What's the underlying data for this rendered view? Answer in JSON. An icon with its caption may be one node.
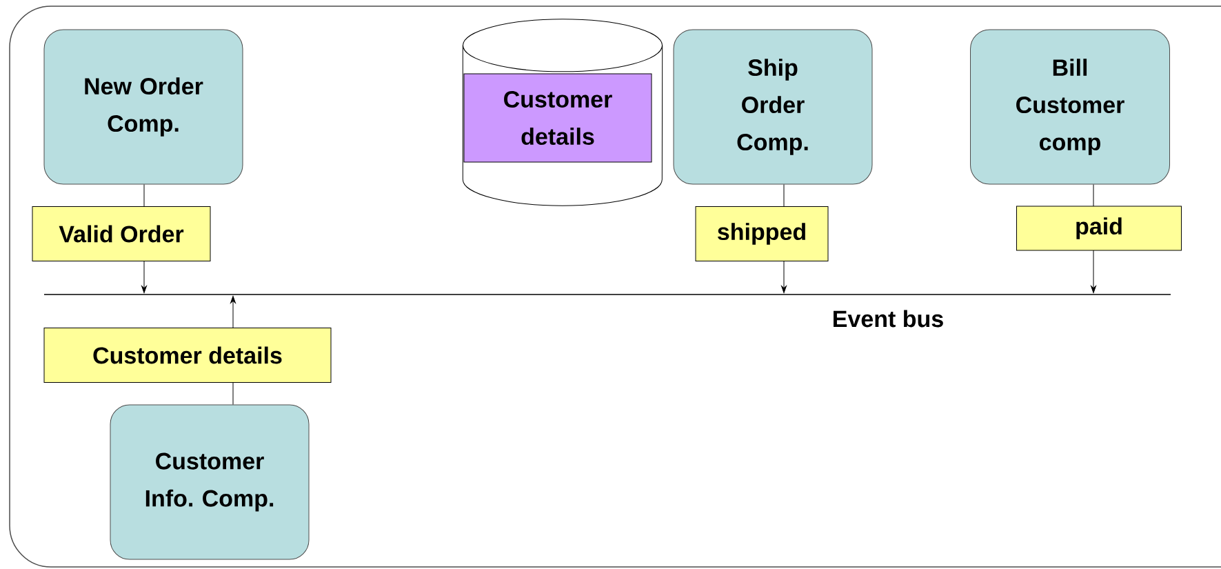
{
  "diagram": {
    "nodes": [
      {
        "text": [
          "New Order Comp."
        ]
      },
      {
        "text": [],
        "shape": "cylinder"
      },
      {
        "text": [
          "Customer details"
        ],
        "in": 1
      },
      {
        "text": [
          "Ship Order Comp."
        ]
      },
      {
        "text": [
          "Bill Customer comp"
        ]
      },
      {
        "text": [
          "Event bus"
        ]
      },
      {
        "text": [
          "Customer Info. Comp."
        ]
      }
    ],
    "edges": [
      {
        "from": 0,
        "to": 5,
        "arrow": "to",
        "label": "Valid Order"
      },
      {
        "from": 3,
        "to": 5,
        "arrow": "to",
        "label": "shipped"
      },
      {
        "from": 4,
        "to": 5,
        "arrow": "to",
        "label": "paid"
      },
      {
        "from": 6,
        "to": 5,
        "arrow": "to",
        "label": "Customer details"
      }
    ]
  }
}
